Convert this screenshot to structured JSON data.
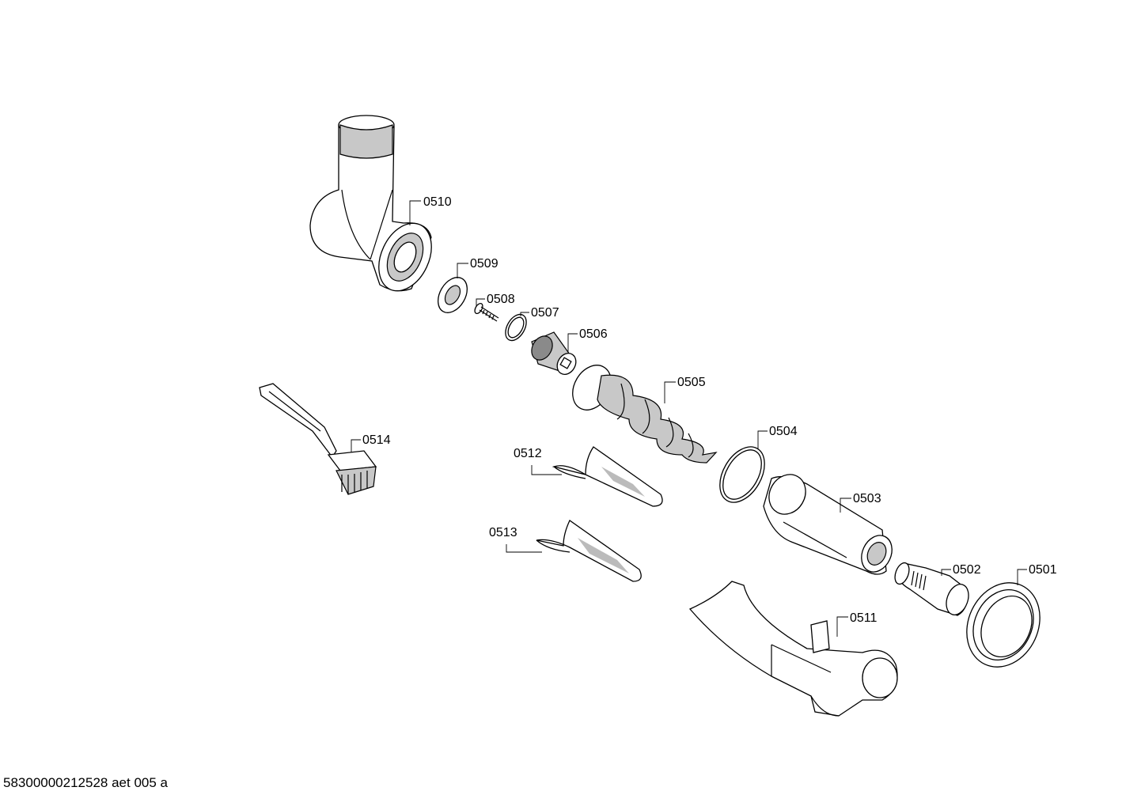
{
  "parts": [
    {
      "id": "p0510",
      "label": "0510"
    },
    {
      "id": "p0509",
      "label": "0509"
    },
    {
      "id": "p0508",
      "label": "0508"
    },
    {
      "id": "p0507",
      "label": "0507"
    },
    {
      "id": "p0506",
      "label": "0506"
    },
    {
      "id": "p0505",
      "label": "0505"
    },
    {
      "id": "p0504",
      "label": "0504"
    },
    {
      "id": "p0503",
      "label": "0503"
    },
    {
      "id": "p0502",
      "label": "0502"
    },
    {
      "id": "p0501",
      "label": "0501"
    },
    {
      "id": "p0511",
      "label": "0511"
    },
    {
      "id": "p0512",
      "label": "0512"
    },
    {
      "id": "p0513",
      "label": "0513"
    },
    {
      "id": "p0514",
      "label": "0514"
    }
  ],
  "footer": "58300000212528 aet 005 a"
}
